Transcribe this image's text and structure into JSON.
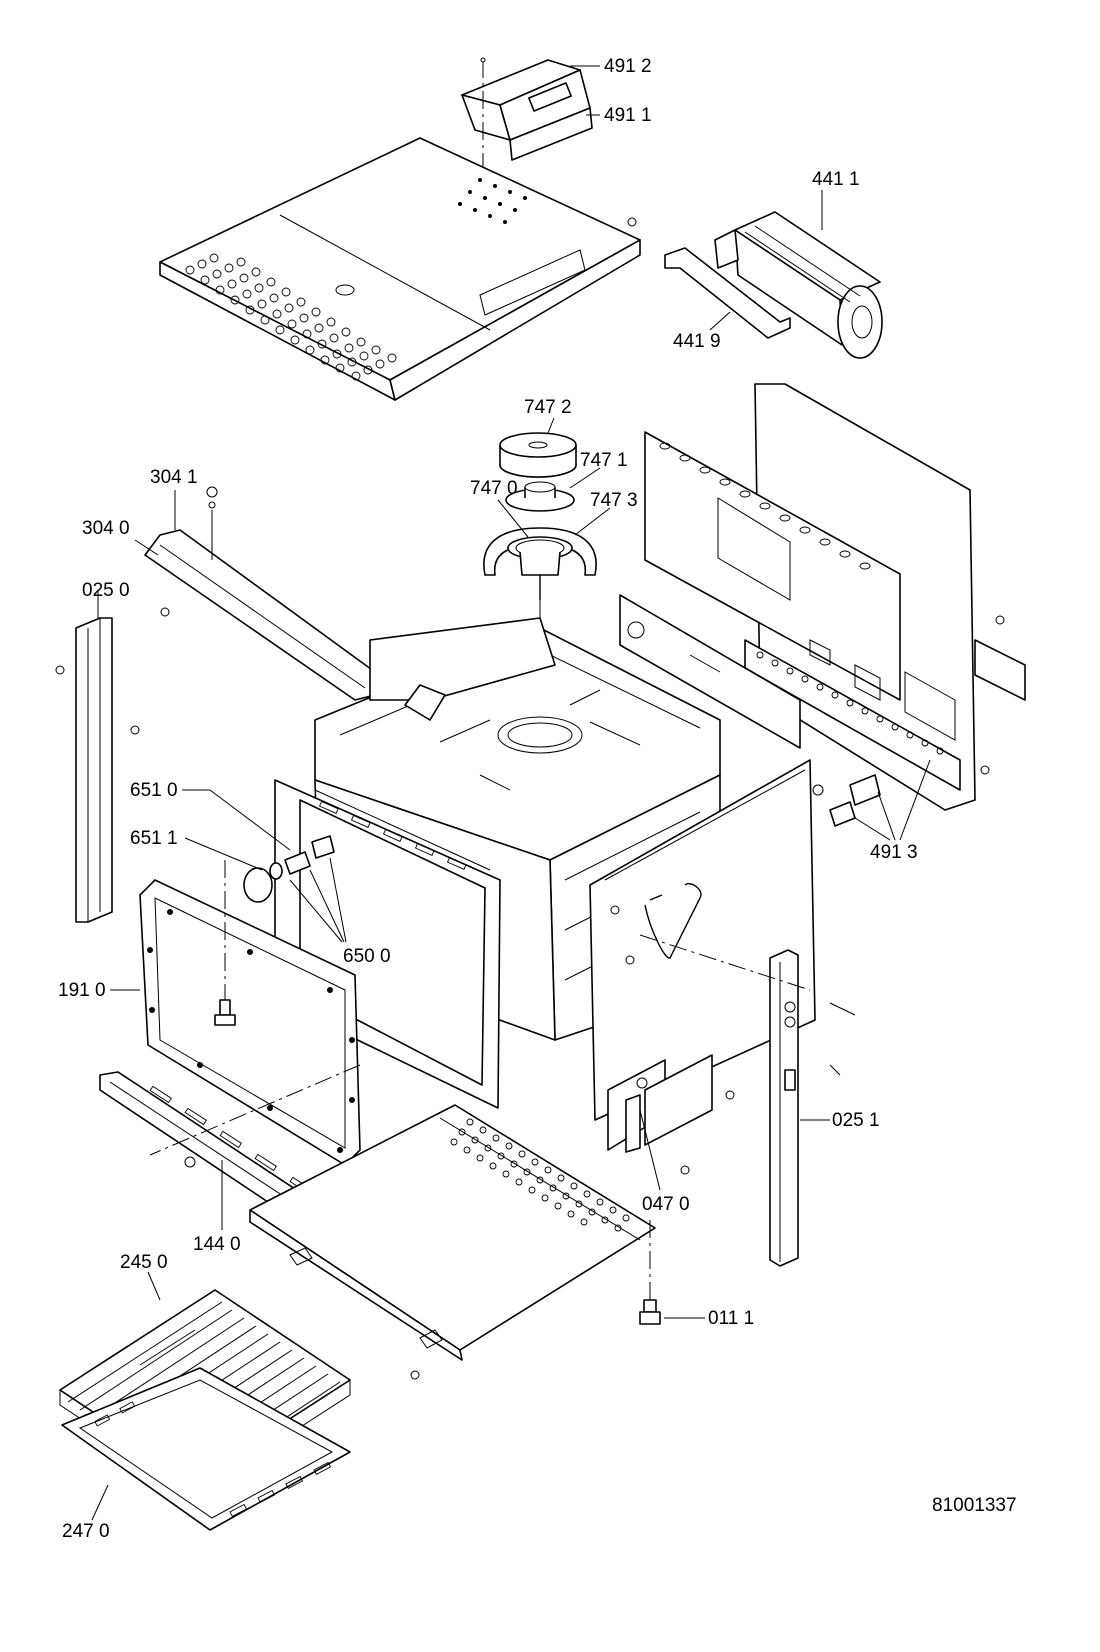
{
  "diagram": {
    "drawing_number": "81001337",
    "labels": {
      "p4912": "491 2",
      "p4911": "491 1",
      "p4411": "441 1",
      "p4419": "441 9",
      "p7472": "747 2",
      "p7471": "747 1",
      "p7470": "747 0",
      "p7473": "747 3",
      "p3041": "304 1",
      "p3040": "304 0",
      "p0250": "025 0",
      "p6510": "651 0",
      "p6511": "651 1",
      "p6500": "650 0",
      "p1910": "191 0",
      "p4913": "491 3",
      "p0251": "025 1",
      "p1440": "144 0",
      "p0470": "047 0",
      "p0111": "011 1",
      "p2450": "245 0",
      "p2470": "247 0"
    }
  }
}
